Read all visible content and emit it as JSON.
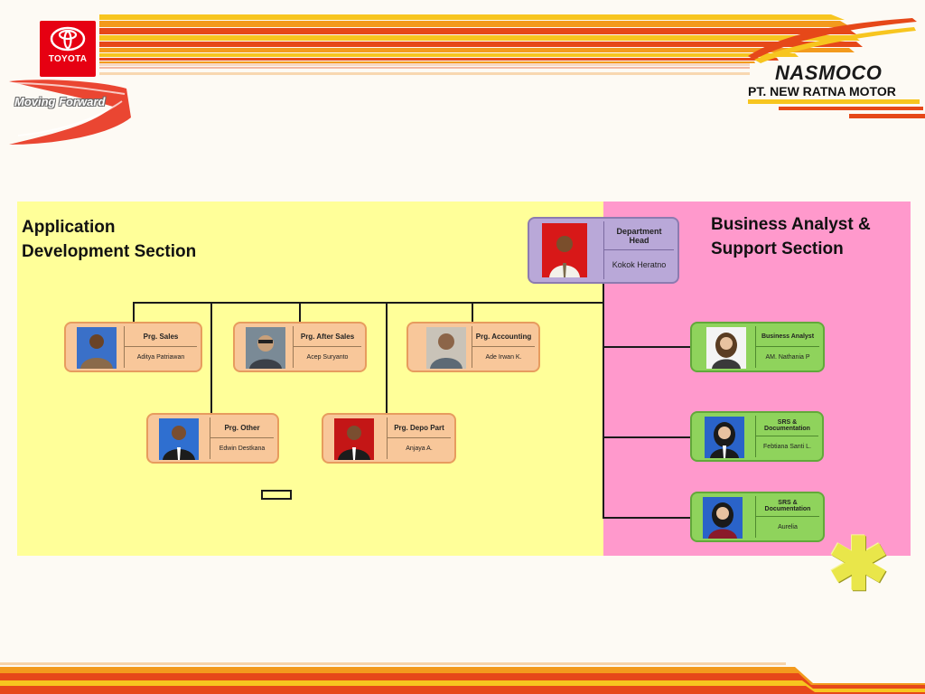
{
  "header": {
    "left_logo_text": "TOYOTA",
    "slogan": "Moving Forward",
    "right_logo_text": "NASMOCO",
    "company_name": "PT. NEW RATNA MOTOR"
  },
  "sections": {
    "left_title_line1": "Application",
    "left_title_line2": "Development Section",
    "right_title_line1": "Business Analyst &",
    "right_title_line2": "Support Section"
  },
  "head": {
    "role": "Department Head",
    "name": "Kokok Heratno",
    "photo_bg": "#d81818"
  },
  "app_dev": [
    {
      "role": "Prg. Sales",
      "name": "Aditya Patriawan",
      "photo_bg": "#3a70c8"
    },
    {
      "role": "Prg. After Sales",
      "name": "Acep Suryanto",
      "photo_bg": "#7a8a96"
    },
    {
      "role": "Prg. Accounting",
      "name": "Ade Irwan K.",
      "photo_bg": "#c9c3b8"
    },
    {
      "role": "Prg. Other",
      "name": "Edwin Destkana",
      "photo_bg": "#2f6fd0"
    },
    {
      "role": "Prg. Depo Part",
      "name": "Anjaya A.",
      "photo_bg": "#c41616"
    }
  ],
  "business": [
    {
      "role": "Business Analyst",
      "name": "AM. Nathania P",
      "photo_bg": "#f4f4f4"
    },
    {
      "role": "SRS & Documentation",
      "name": "Febtiana Santi L.",
      "photo_bg": "#2a63c9"
    },
    {
      "role": "SRS & Documentation",
      "name": "Aurelia",
      "photo_bg": "#2a63c9"
    }
  ],
  "colors": {
    "left_panel": "#ffff99",
    "right_panel": "#ff99cc",
    "staff_box": "#f8c79a",
    "analyst_box": "#8fd35c",
    "head_box": "#b9a8d8",
    "brand_red": "#e60012",
    "accent": "#e9e64a"
  },
  "icons": {
    "decor": "asterisk-icon",
    "toyota": "toyota-emblem-icon"
  }
}
